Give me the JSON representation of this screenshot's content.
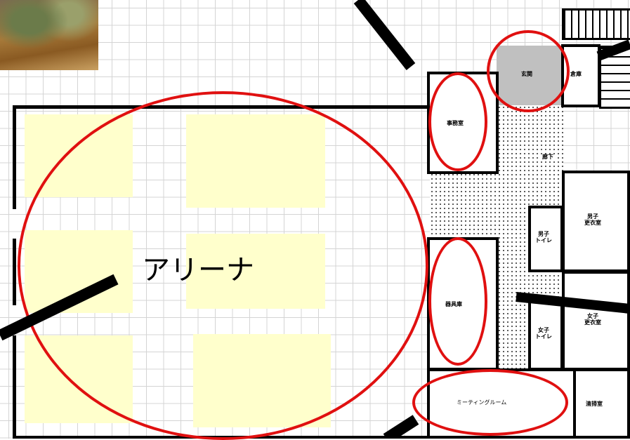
{
  "rooms": {
    "arena": "アリーナ",
    "entrance": "玄関",
    "office": "事務室",
    "storage_2": "倉庫",
    "hallway": "廊下",
    "men_locker_line1": "男子",
    "men_locker_line2": "更衣室",
    "men_toilet_line1": "男子",
    "men_toilet_line2": "トイレ",
    "equipment_storage": "器具庫",
    "women_locker_line1": "女子",
    "women_locker_line2": "更衣室",
    "women_toilet_line1": "女子",
    "women_toilet_line2": "トイレ",
    "meeting_room": "ミーティングルーム",
    "cleaning_room": "清掃室"
  },
  "colors": {
    "highlight": "#e01010",
    "court": "#ffffcc",
    "entrance": "#c0c0c0"
  }
}
